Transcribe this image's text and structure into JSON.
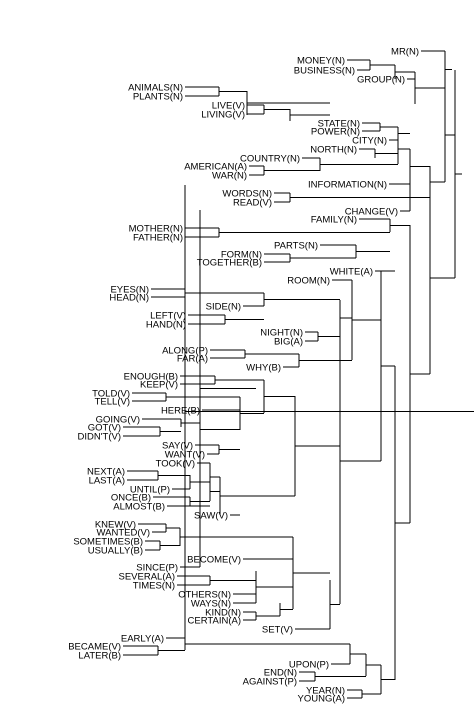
{
  "labels": [
    "MR(N)",
    "MONEY(N)",
    "BUSINESS(N)",
    "GROUP(N)",
    "ANIMALS(N)",
    "PLANTS(N)",
    "LIVE(V)",
    "LIVING(V)",
    "STATE(N)",
    "POWER(N)",
    "CITY(N)",
    "NORTH(N)",
    "COUNTRY(N)",
    "AMERICAN(A)",
    "WAR(N)",
    "INFORMATION(N)",
    "WORDS(N)",
    "READ(V)",
    "CHANGE(V)",
    "FAMILY(N)",
    "MOTHER(N)",
    "FATHER(N)",
    "PARTS(N)",
    "FORM(N)",
    "TOGETHER(B)",
    "WHITE(A)",
    "ROOM(N)",
    "EYES(N)",
    "HEAD(N)",
    "SIDE(N)",
    "LEFT(V)",
    "HAND(N)",
    "NIGHT(N)",
    "BIG(A)",
    "ALONG(P)",
    "FAR(A)",
    "WHY(B)",
    "ENOUGH(B)",
    "KEEP(V)",
    "TOLD(V)",
    "TELL(V)",
    "HERE(B)",
    "GOING(V)",
    "GOT(V)",
    "DIDN'T(V)",
    "SAY(V)",
    "WANT(V)",
    "TOOK(V)",
    "NEXT(A)",
    "LAST(A)",
    "UNTIL(P)",
    "ONCE(B)",
    "ALMOST(B)",
    "SAW(V)",
    "KNEW(V)",
    "WANTED(V)",
    "SOMETIMES(B)",
    "USUALLY(B)",
    "BECOME(V)",
    "SINCE(P)",
    "SEVERAL(A)",
    "TIMES(N)",
    "OTHERS(N)",
    "WAYS(N)",
    "KIND(N)",
    "CERTAIN(A)",
    "SET(V)",
    "EARLY(A)",
    "BECAME(V)",
    "LATER(B)",
    "UPON(P)",
    "END(N)",
    "AGAINST(P)",
    "YEAR(N)",
    "YOUNG(A)"
  ]
}
